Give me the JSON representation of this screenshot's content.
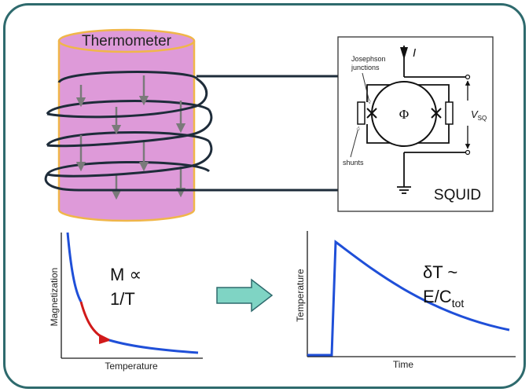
{
  "thermometer": {
    "label": "Thermometer",
    "fill": "#de9ad9",
    "edge": "#f0b64a"
  },
  "squid": {
    "label": "SQUID",
    "current_label": "I",
    "flux_symbol": "Φ",
    "voltage_label": "V",
    "voltage_sub": "SQ",
    "josephson_line1": "Josephson",
    "josephson_line2": "junctions",
    "shunts_label": "shunts"
  },
  "magnetization_plot": {
    "ylabel": "Magnetization",
    "xlabel": "Temperature",
    "formula_line1": "M ∝",
    "formula_line2": "1/T",
    "curve_color": "#1f4fd8",
    "highlight_color": "#d11a1a"
  },
  "pulse_plot": {
    "ylabel": "Temperature",
    "xlabel": "Time",
    "formula_line1": "δT ~",
    "formula_line2_main": "E/C",
    "formula_line2_sub": "tot",
    "curve_color": "#1f4fd8"
  },
  "arrow": {
    "fill": "#7fd4c4",
    "edge": "#2e6a6d"
  }
}
